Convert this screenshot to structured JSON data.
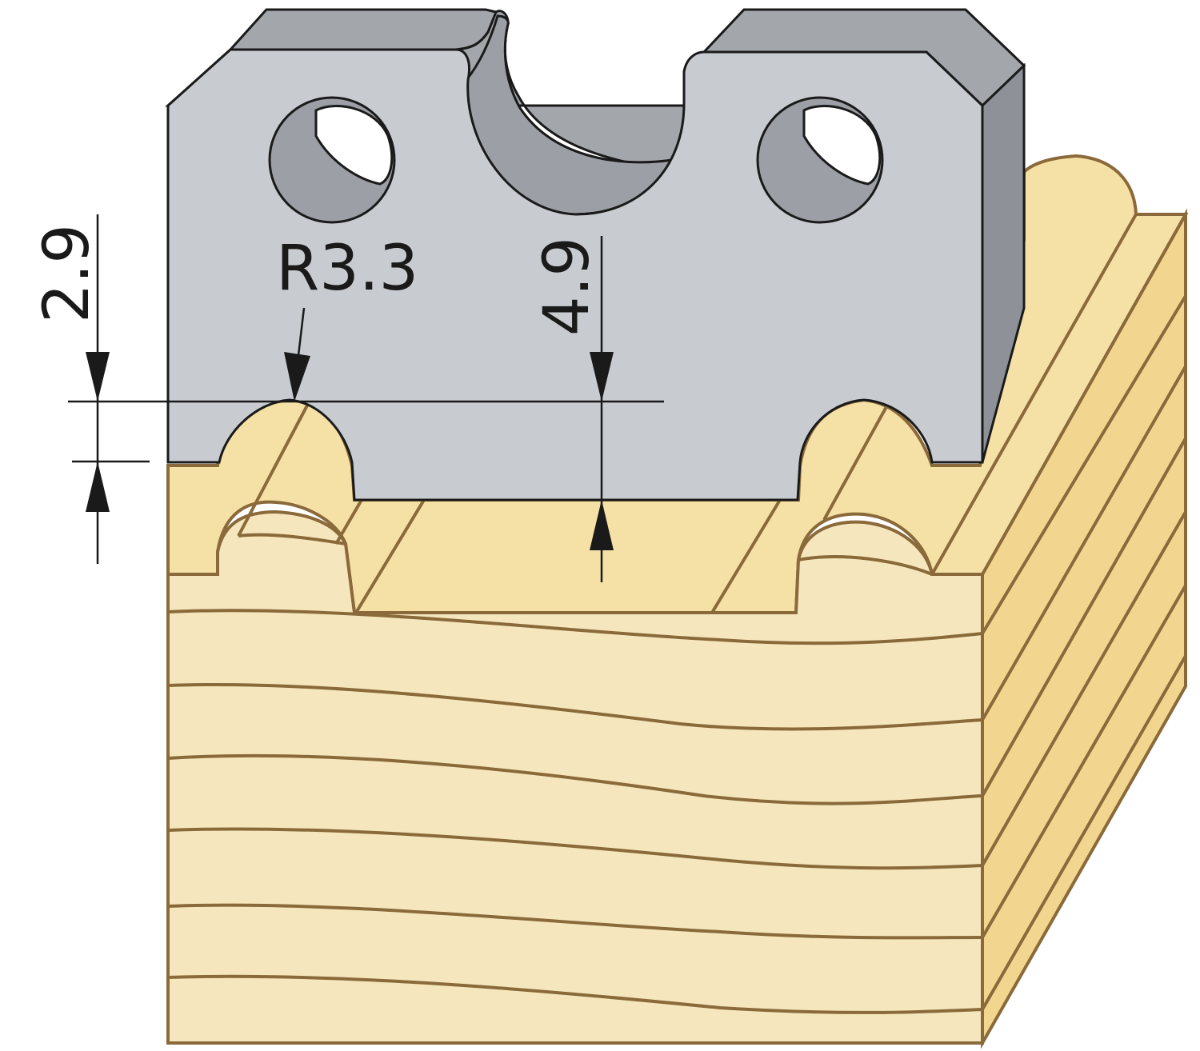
{
  "dimensions": {
    "radius_label": "R3.3",
    "bead_height_label": "2.9",
    "depth_label": "4.9"
  },
  "colors": {
    "steel_face": "#c8cbd0",
    "steel_side": "#8e9298",
    "steel_top": "#a3a7ac",
    "steel_inner": "#9c9fa5",
    "wood_front": "#f6e6bd",
    "wood_top": "#f5e1a6",
    "wood_side": "#f2d58e",
    "wood_line": "#8a6a3a",
    "outline": "#1a1a1a"
  }
}
